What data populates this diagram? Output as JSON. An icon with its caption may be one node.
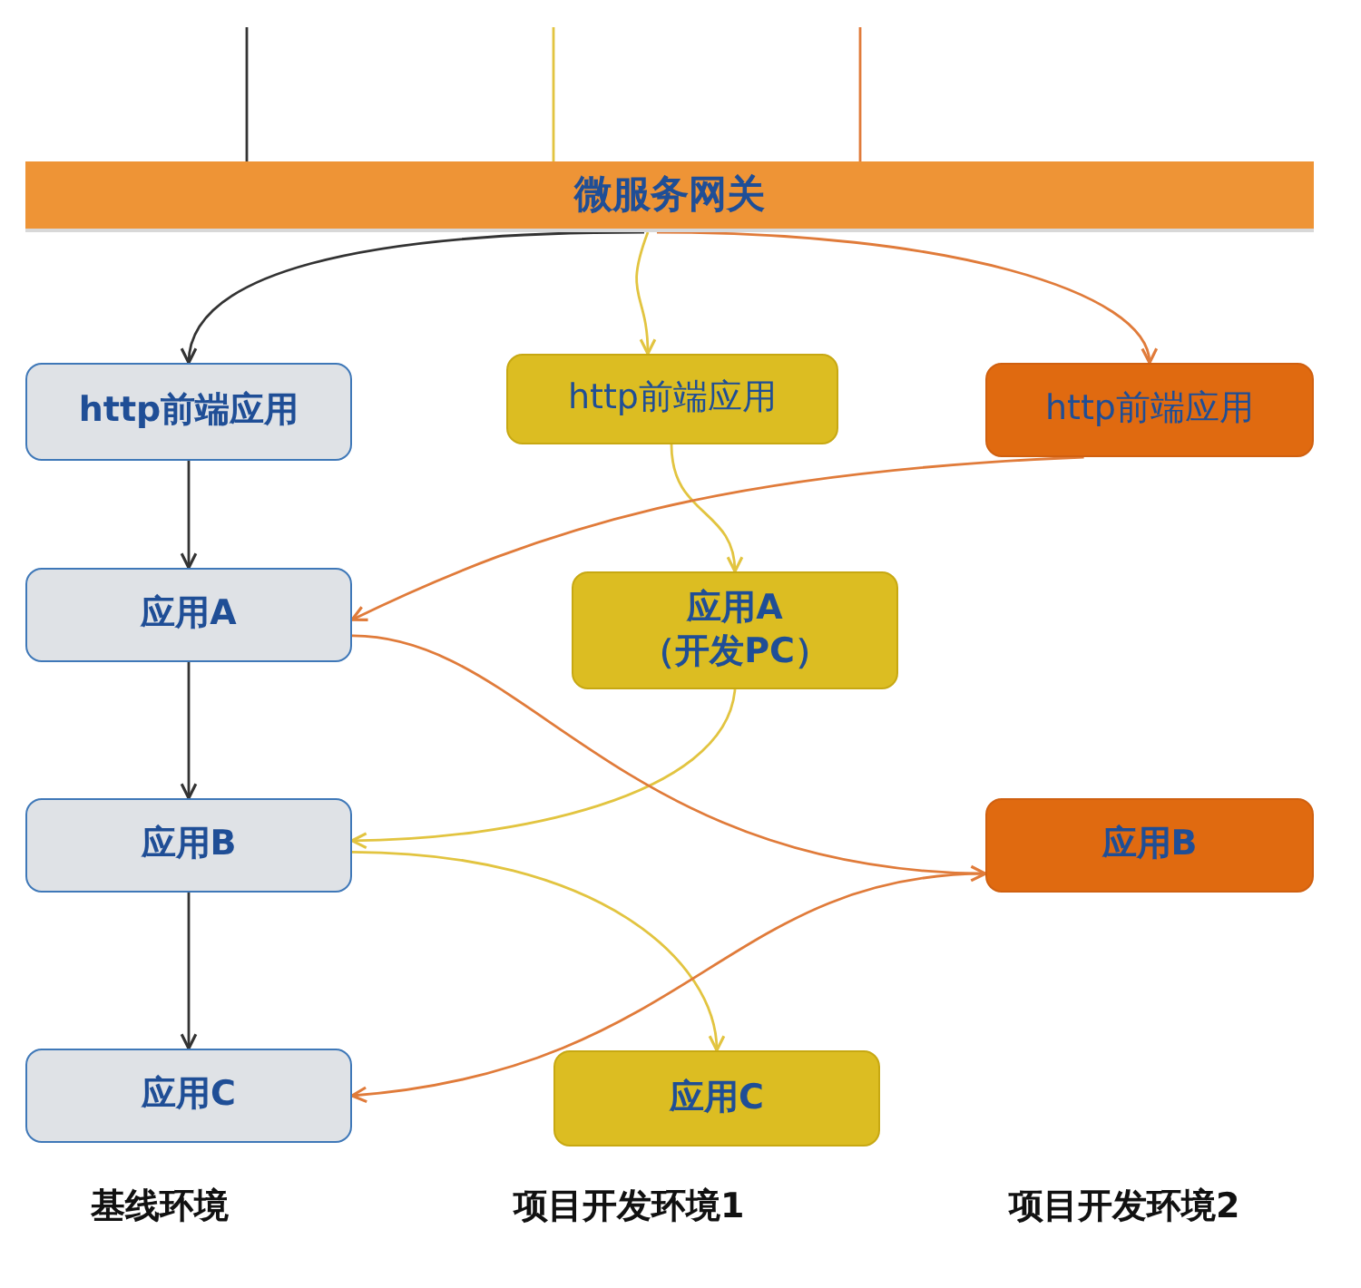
{
  "diagram": {
    "nodes": [
      {
        "text": [
          "微服务网关"
        ]
      },
      {
        "text": [
          "http前端应用"
        ]
      },
      {
        "text": [
          "http前端应用"
        ]
      },
      {
        "text": [
          "http前端应用"
        ]
      },
      {
        "text": [
          "应用A"
        ]
      },
      {
        "text": [
          "应用A",
          "（开发PC）"
        ]
      },
      {
        "text": [
          "应用B"
        ]
      },
      {
        "text": [
          "应用B"
        ]
      },
      {
        "text": [
          "应用C"
        ]
      },
      {
        "text": [
          "应用C"
        ]
      }
    ],
    "edges": [
      {
        "from": null,
        "to": 0,
        "arrow": "none"
      },
      {
        "from": null,
        "to": 0,
        "arrow": "none",
        "color": "#e2c440"
      },
      {
        "from": null,
        "to": 0,
        "arrow": "none",
        "color": "#e07b3a"
      },
      {
        "from": 0,
        "to": 1,
        "arrow": "to"
      },
      {
        "from": 0,
        "to": 2,
        "arrow": "to",
        "color": "#e2c440"
      },
      {
        "from": 0,
        "to": 3,
        "arrow": "to",
        "color": "#e07b3a"
      },
      {
        "from": 1,
        "to": 4,
        "arrow": "to"
      },
      {
        "from": 4,
        "to": 6,
        "arrow": "to"
      },
      {
        "from": 6,
        "to": 8,
        "arrow": "to"
      },
      {
        "from": 2,
        "to": 5,
        "arrow": "to",
        "color": "#e2c440"
      },
      {
        "from": 5,
        "to": 6,
        "arrow": "to",
        "color": "#e2c440"
      },
      {
        "from": 6,
        "to": 9,
        "arrow": "to",
        "color": "#e2c440"
      },
      {
        "from": 3,
        "to": 4,
        "arrow": "to",
        "color": "#e07b3a"
      },
      {
        "from": 4,
        "to": 7,
        "arrow": "to",
        "color": "#e07b3a"
      },
      {
        "from": 7,
        "to": 8,
        "arrow": "to",
        "color": "#e07b3a"
      }
    ],
    "labels": [
      "基线环境",
      "项目开发环境1",
      "项目开发环境2"
    ]
  }
}
